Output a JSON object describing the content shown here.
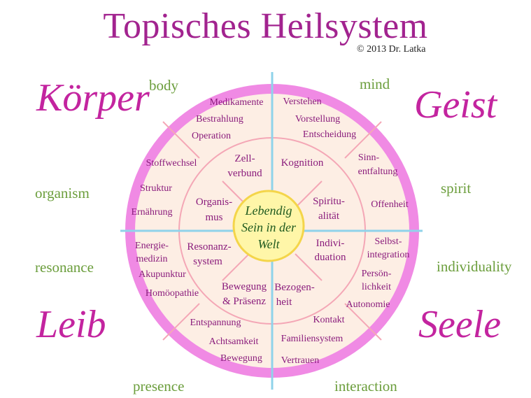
{
  "title": "Topisches Heilsystem",
  "copyright": "© 2013 Dr. Latka",
  "quadrants": {
    "koerper": {
      "script": "Körper",
      "english": "body"
    },
    "geist": {
      "script": "Geist",
      "english": "mind"
    },
    "leib": {
      "script": "Leib",
      "english": "presence"
    },
    "seele": {
      "script": "Seele",
      "english": "interaction"
    }
  },
  "side_labels": {
    "organism": "organism",
    "spirit": "spirit",
    "resonance": "resonance",
    "individuality": "individuality"
  },
  "center": [
    "Lebendig",
    "Sein in der",
    "Welt"
  ],
  "inner": {
    "zellverbund": [
      "Zell-",
      "verbund"
    ],
    "kognition": [
      "Kognition"
    ],
    "spiritualitaet": [
      "Spiritu-",
      "alität"
    ],
    "individuation": [
      "Indivi-",
      "duation"
    ],
    "bezogenheit": [
      "Bezogen-",
      "heit"
    ],
    "bewegung_praesenz": [
      "Bewegung",
      "& Präsenz"
    ],
    "resonanzsystem": [
      "Resonanz-",
      "system"
    ],
    "organismus": [
      "Organis-",
      "mus"
    ]
  },
  "outer": {
    "koerper_top": [
      "Medikamente",
      "Bestrahlung",
      "Operation"
    ],
    "geist_top": [
      "Verstehen",
      "Vorstellung",
      "Entscheidung"
    ],
    "geist_side": [
      "Sinn-",
      "entfaltung",
      "Offenheit"
    ],
    "seele_side": [
      "Selbst-",
      "integration",
      "Persön-",
      "lichkeit",
      "Autonomie"
    ],
    "seele_bottom": [
      "Kontakt",
      "Familiensystem",
      "Vertrauen"
    ],
    "leib_bottom": [
      "Entspannung",
      "Achtsamkeit",
      "Bewegung"
    ],
    "leib_side": [
      "Energie-",
      "medizin",
      "Akupunktur",
      "Homöopathie"
    ],
    "koerper_side": [
      "Stoffwechsel",
      "Struktur",
      "Ernährung"
    ]
  },
  "colors": {
    "title": "#a2238f",
    "script": "#c3249f",
    "english": "#6c9e3d",
    "outer_ring": "#ee7fe0",
    "disc_fill": "#fdeee4",
    "divider": "#f4a7b6",
    "axis": "#8fd3ea",
    "center_fill": "#fff6a8",
    "center_text": "#1f5a1f",
    "segment_text": "#8a1c7c"
  }
}
